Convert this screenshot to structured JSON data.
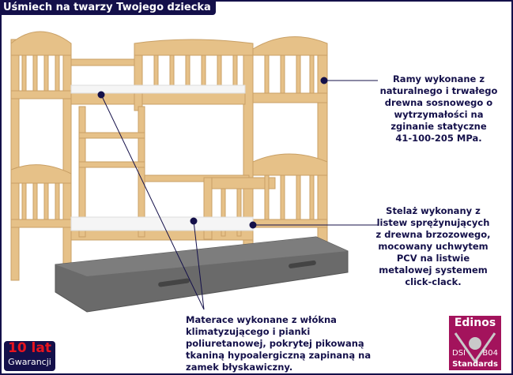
{
  "title": "Uśmiech na twarzy Twojego dziecka",
  "callouts": {
    "frame": [
      "Ramy wykonane z",
      "naturalnego i trwałego",
      "drewna sosnowego o",
      "wytrzymałości na",
      "zginanie statyczne",
      "41-100-205 MPa."
    ],
    "slats": [
      "Stelaż wykonany z",
      "listew sprężynujących",
      "z drewna brzozowego,",
      "mocowany uchwytem",
      "PCV na listwie",
      "metalowej systemem",
      "click-clack."
    ],
    "mattress": [
      "Materace wykonane z włókna",
      "klimatyzującego i pianki",
      "poliuretanowej, pokrytej pikowaną",
      "tkaniną hypoalergiczną zapinaną na",
      "zamek błyskawiczny."
    ]
  },
  "warranty": {
    "years": "10 lat",
    "label": "Gwarancji"
  },
  "badge": {
    "brand": "Edinos",
    "left": "DSI",
    "right": "B04",
    "label": "Standards"
  },
  "colors": {
    "navy": "#14104a",
    "wood": "#e6c188",
    "drawer": "#6a6a6a",
    "badge": "#a3135c"
  }
}
